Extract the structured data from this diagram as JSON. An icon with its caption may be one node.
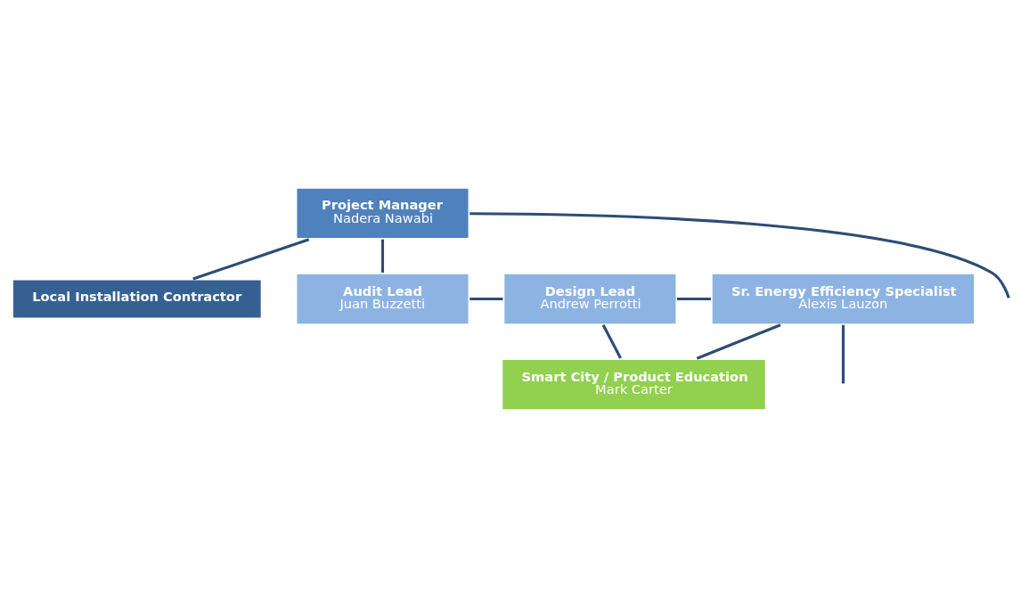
{
  "diagram": {
    "nodes": [
      {
        "text": [
          "Project Manager",
          "Nadera Nawabi"
        ]
      },
      {
        "text": [
          "Local Installation Contractor"
        ]
      },
      {
        "text": [
          "Audit Lead",
          "Juan Buzzetti"
        ]
      },
      {
        "text": [
          "Design Lead",
          "Andrew Perrotti"
        ]
      },
      {
        "text": [
          "Sr. Energy Efficiency Specialist",
          "Alexis Lauzon"
        ]
      },
      {
        "text": [
          "Smart City / Product Education",
          "Mark Carter"
        ]
      }
    ],
    "edges": [
      {
        "from": 0,
        "to": 1,
        "arrow": "none"
      },
      {
        "from": 0,
        "to": 2,
        "arrow": "none"
      },
      {
        "from": 0,
        "to": null,
        "arrow": "none"
      },
      {
        "from": 2,
        "to": 3,
        "arrow": "none"
      },
      {
        "from": 3,
        "to": 4,
        "arrow": "none"
      },
      {
        "from": 4,
        "to": null,
        "arrow": "none"
      },
      {
        "from": 3,
        "to": 5,
        "arrow": "none"
      },
      {
        "from": 4,
        "to": 5,
        "arrow": "none"
      }
    ]
  }
}
